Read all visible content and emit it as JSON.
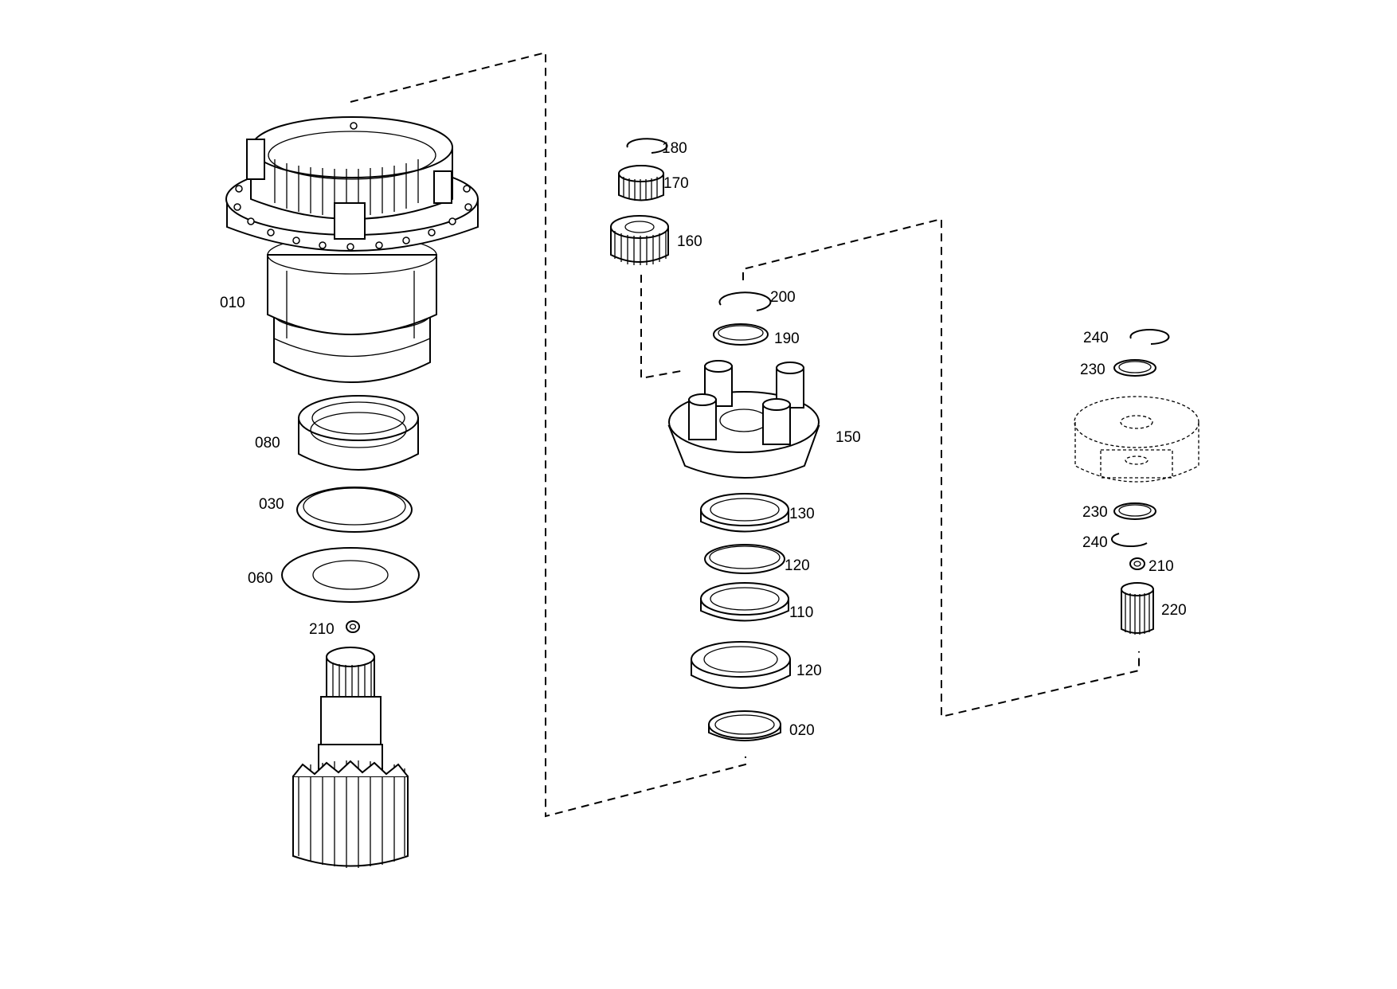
{
  "labels": {
    "p010": "010",
    "p080": "080",
    "p030": "030",
    "p060": "060",
    "p210a": "210",
    "p180": "180",
    "p170": "170",
    "p160": "160",
    "p200": "200",
    "p190": "190",
    "p150": "150",
    "p130": "130",
    "p120a": "120",
    "p110": "110",
    "p120b": "120",
    "p020": "020",
    "p240a": "240",
    "p230a": "230",
    "p230b": "230",
    "p240b": "240",
    "p210b": "210",
    "p220": "220"
  },
  "colors": {
    "line": "#000000",
    "background": "#ffffff"
  }
}
